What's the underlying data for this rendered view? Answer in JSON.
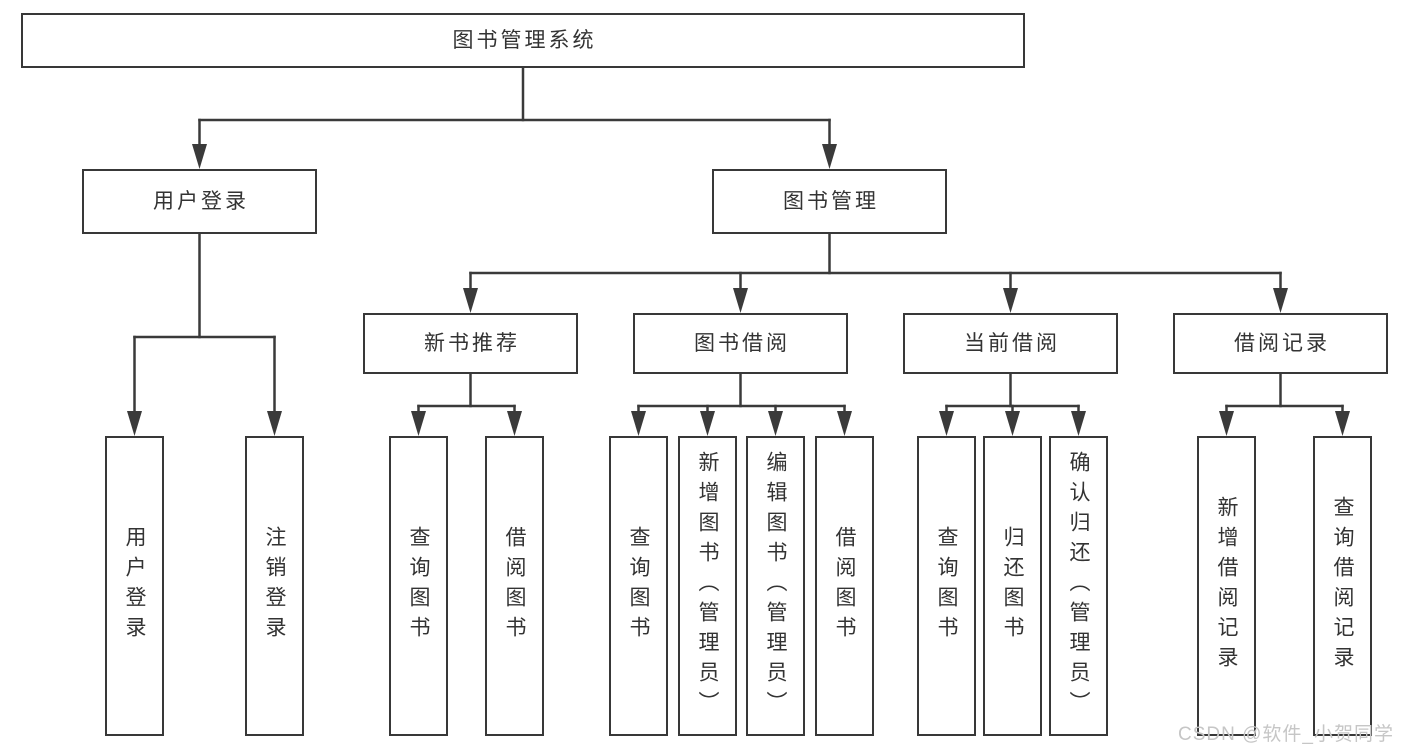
{
  "diagram_type": "hierarchy-tree",
  "colors": {
    "line": "#3a3a3a",
    "box_border": "#383838",
    "box_fill": "#ffffff",
    "text": "#333333",
    "watermark": "#c6c6c6",
    "background": "#ffffff"
  },
  "tree": {
    "label": "图书管理系统",
    "children": [
      {
        "label": "用户登录",
        "children": [
          {
            "label": "用户登录"
          },
          {
            "label": "注销登录"
          }
        ]
      },
      {
        "label": "图书管理",
        "children": [
          {
            "label": "新书推荐",
            "children": [
              {
                "label": "查询图书"
              },
              {
                "label": "借阅图书"
              }
            ]
          },
          {
            "label": "图书借阅",
            "children": [
              {
                "label": "查询图书"
              },
              {
                "label": "新增图书（管理员）"
              },
              {
                "label": "编辑图书（管理员）"
              },
              {
                "label": "借阅图书"
              }
            ]
          },
          {
            "label": "当前借阅",
            "children": [
              {
                "label": "查询图书"
              },
              {
                "label": "归还图书"
              },
              {
                "label": "确认归还（管理员）"
              }
            ]
          },
          {
            "label": "借阅记录",
            "children": [
              {
                "label": "新增借阅记录"
              },
              {
                "label": "查询借阅记录"
              }
            ]
          }
        ]
      }
    ]
  },
  "watermark": "CSDN @软件_小贺同学"
}
